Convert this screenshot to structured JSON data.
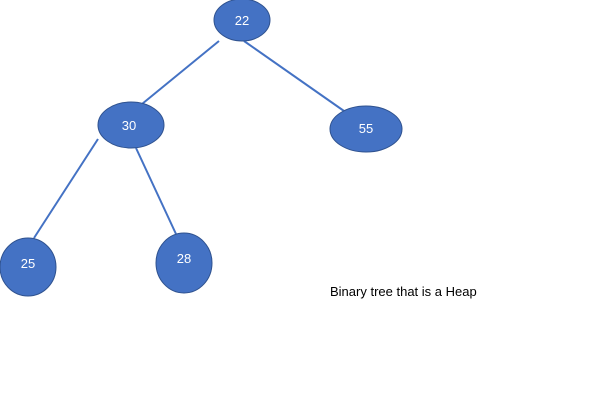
{
  "diagram": {
    "caption": "Binary tree that is a Heap",
    "node_fill": "#4472C4",
    "node_stroke": "#2F528F",
    "edge_color": "#4472C4",
    "nodes": [
      {
        "id": "n22",
        "label": "22"
      },
      {
        "id": "n30",
        "label": "30"
      },
      {
        "id": "n55",
        "label": "55"
      },
      {
        "id": "n25",
        "label": "25"
      },
      {
        "id": "n28",
        "label": "28"
      }
    ],
    "edges": [
      {
        "from": "n22",
        "to": "n30"
      },
      {
        "from": "n22",
        "to": "n55"
      },
      {
        "from": "n30",
        "to": "n25"
      },
      {
        "from": "n30",
        "to": "n28"
      }
    ]
  }
}
